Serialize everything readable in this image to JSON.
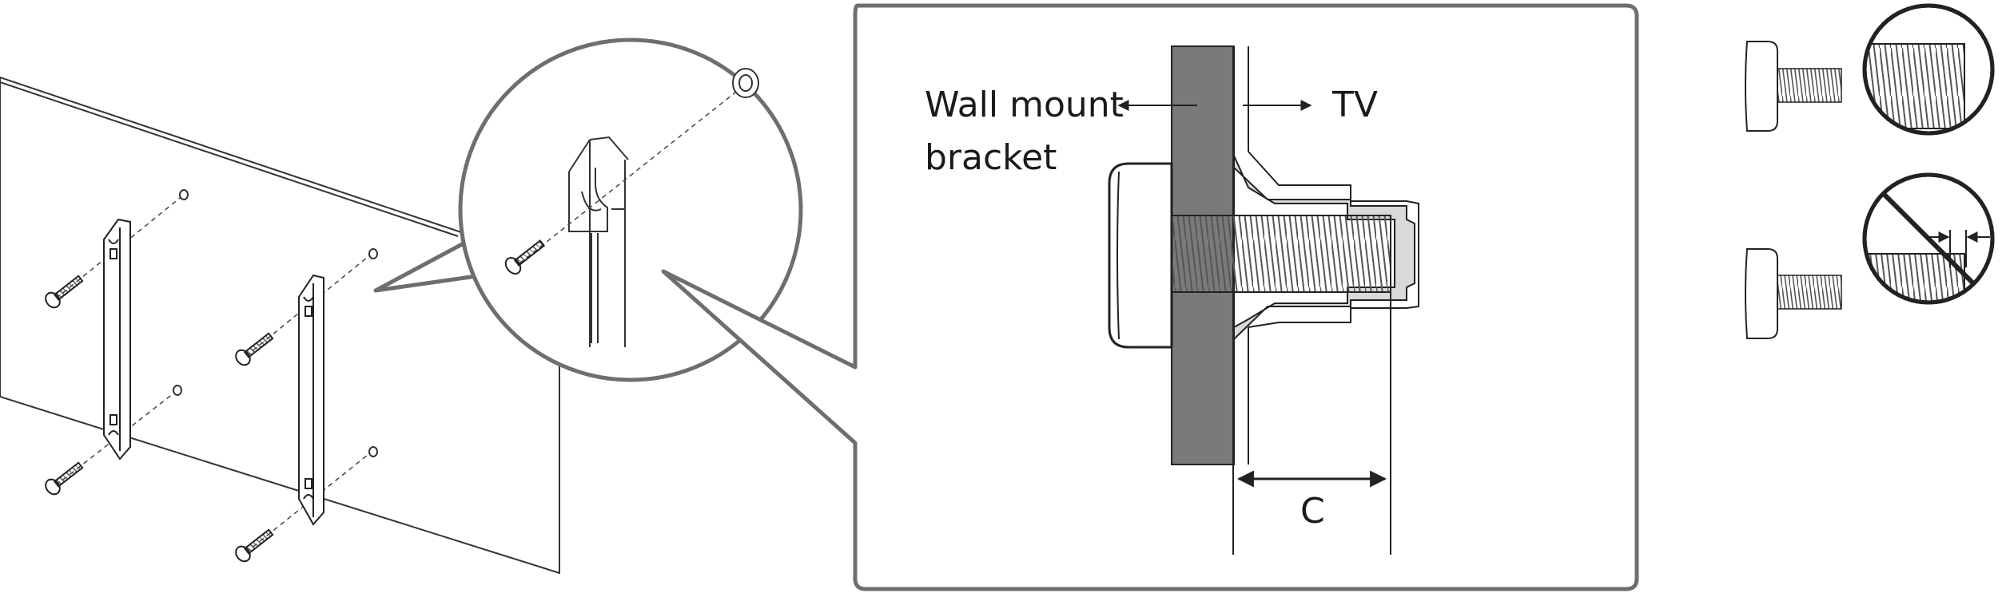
{
  "labels": {
    "wall_mount_line1": "Wall mount",
    "wall_mount_line2": "bracket",
    "tv": "TV",
    "c": "C"
  },
  "colors": {
    "line": "#333333",
    "wall_fill": "#7a7a7a",
    "part_fill": "#d9d9d9",
    "frame_stroke": "#6e6e6e"
  }
}
